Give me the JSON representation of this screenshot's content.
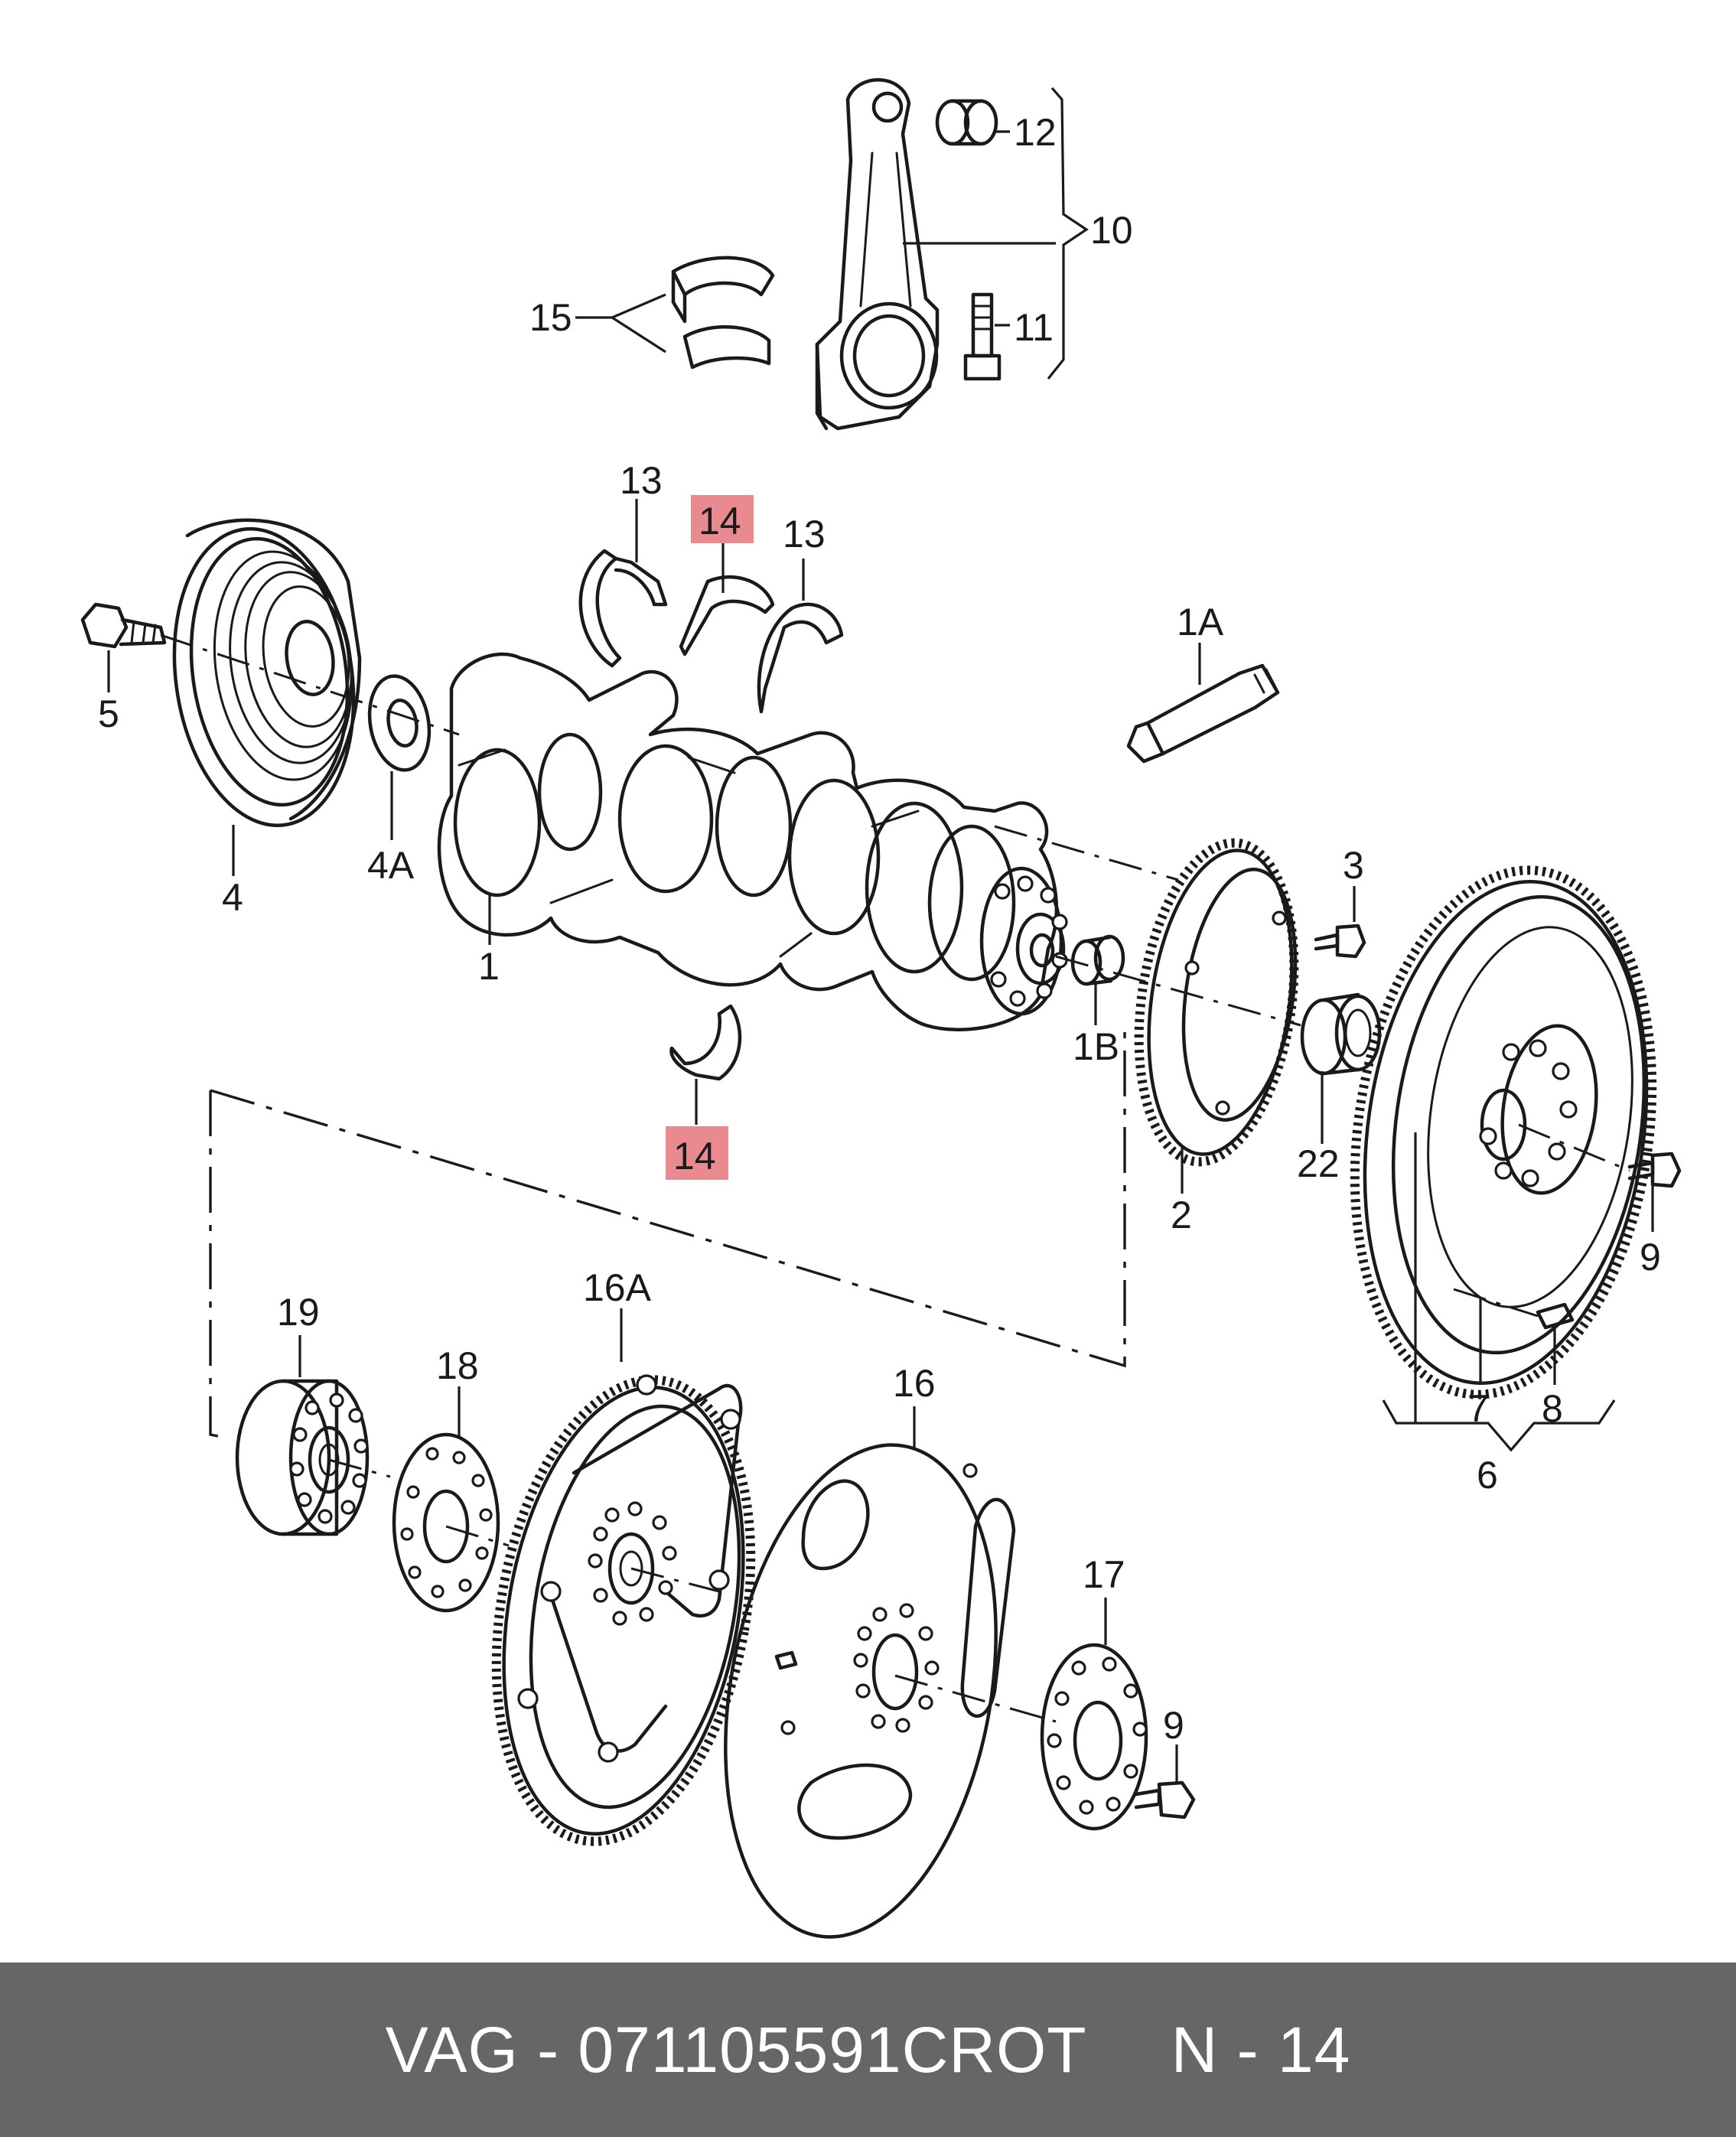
{
  "callouts": {
    "p12": "12",
    "p10": "10",
    "p15": "15",
    "p11": "11",
    "p13a": "13",
    "p14top": "14",
    "p13b": "13",
    "p1A": "1A",
    "p5": "5",
    "p4A": "4A",
    "p4": "4",
    "p1": "1",
    "p3": "3",
    "p1B": "1B",
    "p22": "22",
    "p2": "2",
    "p9a": "9",
    "p14bottom": "14",
    "p19": "19",
    "p16A": "16A",
    "p18": "18",
    "p16": "16",
    "p7": "7",
    "p8": "8",
    "p6": "6",
    "p17": "17",
    "p9b": "9"
  },
  "highlight_color": "#e88a90",
  "footer": {
    "part_number": "VAG - 071105591CROT",
    "page_ref": "N - 14"
  }
}
